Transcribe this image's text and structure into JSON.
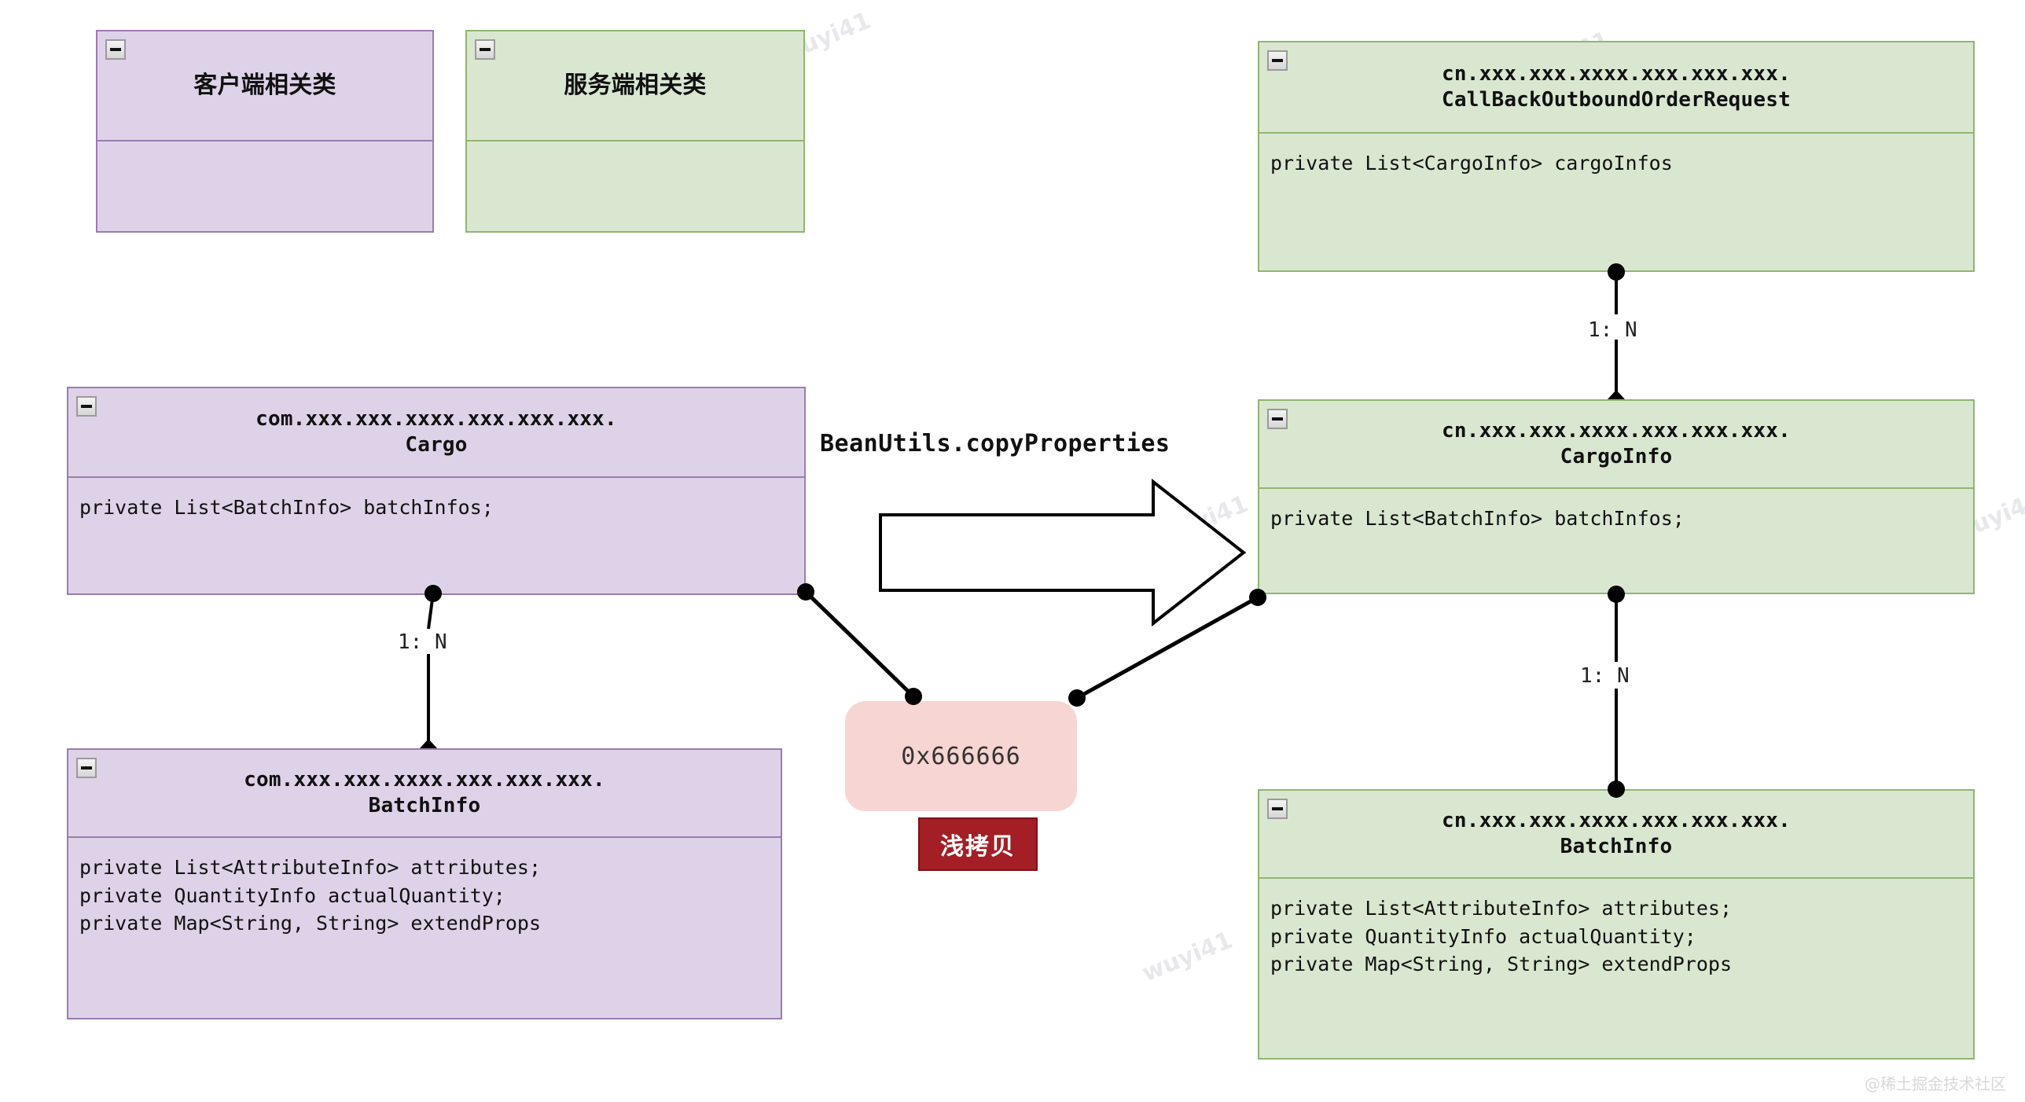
{
  "legend": {
    "client": {
      "label": "客户端相关类",
      "icon": "collapse-minus-icon",
      "fill": "#ded2e8",
      "stroke": "#9a7cb0"
    },
    "server": {
      "label": "服务端相关类",
      "icon": "collapse-minus-icon",
      "fill": "#d9e7d0",
      "stroke": "#8fb573"
    }
  },
  "classes": {
    "cargo": {
      "package": "com.xxx.xxx.xxxx.xxx.xxx.xxx.",
      "name": "Cargo",
      "attributes": [
        "private List<BatchInfo> batchInfos;"
      ],
      "side": "client"
    },
    "batch_info_client": {
      "package": "com.xxx.xxx.xxxx.xxx.xxx.xxx.",
      "name": "BatchInfo",
      "attributes": [
        "private List<AttributeInfo> attributes;",
        "private QuantityInfo actualQuantity;",
        "private Map<String, String> extendProps"
      ],
      "side": "client"
    },
    "callback_request": {
      "package": "cn.xxx.xxx.xxxx.xxx.xxx.xxx.",
      "name": "CallBackOutboundOrderRequest",
      "attributes": [
        "private List<CargoInfo> cargoInfos"
      ],
      "side": "server"
    },
    "cargo_info": {
      "package": "cn.xxx.xxx.xxxx.xxx.xxx.xxx.",
      "name": "CargoInfo",
      "attributes": [
        "private List<BatchInfo> batchInfos;"
      ],
      "side": "server"
    },
    "batch_info_server": {
      "package": "cn.xxx.xxx.xxxx.xxx.xxx.xxx.",
      "name": "BatchInfo",
      "attributes": [
        "private List<AttributeInfo> attributes;",
        "private QuantityInfo actualQuantity;",
        "private Map<String, String> extendProps"
      ],
      "side": "server"
    }
  },
  "center": {
    "copy_method": "BeanUtils.copyProperties",
    "memory_address": "0x666666",
    "shallow_copy_badge": "浅拷贝",
    "memory_fill": "#f7d5d2",
    "badge_fill": "#a31f25",
    "arrow_icon": "right-arrow-icon"
  },
  "edges": {
    "cargo_to_batch": "1: N",
    "callback_to_cargoinfo": "1: N",
    "cargoinfo_to_batch": "1: N"
  },
  "watermarks": {
    "tiles": [
      "wuyi41",
      "wuyi41",
      "wuyi41",
      "wuyi41",
      "wuyi41",
      "wuyi41",
      "wuyi41",
      "wuyi41"
    ],
    "credit": "@稀土掘金技术社区"
  }
}
